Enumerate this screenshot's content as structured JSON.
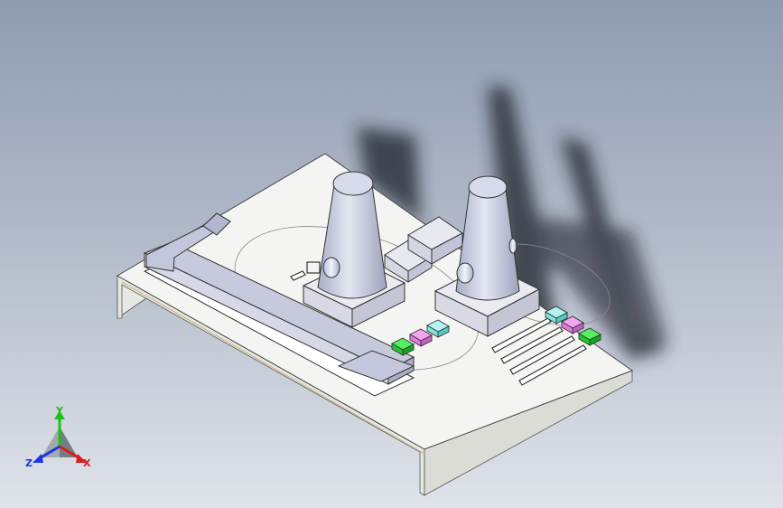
{
  "viewport": {
    "background_top": "#8f9bb0",
    "background_bottom": "#dfe3ea"
  },
  "model": {
    "base_color": "#f3f3f3",
    "side_color": "#e6e6e2",
    "cone_color": "#c9ccdf",
    "block_color": "#e9e9ee",
    "bar_color": "#c9ccdf",
    "shadow_color": "#1e222a",
    "chip_colors": [
      "#22dd33",
      "#e27be0",
      "#7fe3e0"
    ]
  },
  "triad": {
    "x_label": "X",
    "y_label": "Y",
    "z_label": "Z",
    "x_color": "#e01b1b",
    "y_color": "#18c418",
    "z_color": "#1a36e0"
  }
}
